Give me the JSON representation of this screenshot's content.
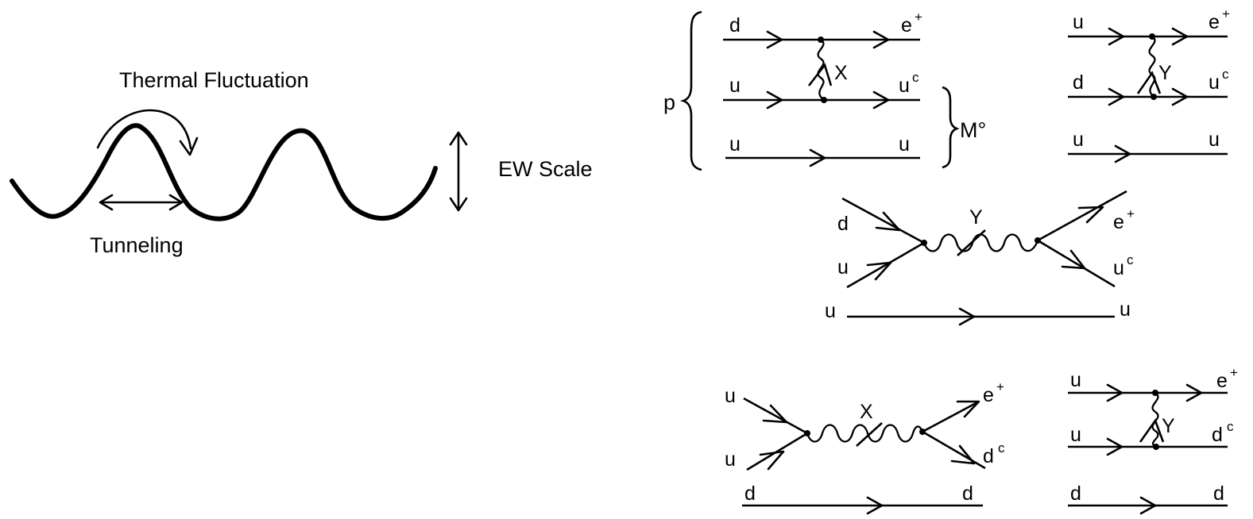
{
  "potential": {
    "thermal_label": "Thermal Fluctuation",
    "tunneling_label": "Tunneling",
    "scale_label": "EW Scale"
  },
  "diagram1": {
    "proton": "p",
    "meson": "M°",
    "top_in": "d",
    "top_out": "e",
    "top_out_sup": "+",
    "boson": "X",
    "mid_in": "u",
    "mid_out": "u",
    "mid_out_sup": "c",
    "bot_in": "u",
    "bot_out": "u"
  },
  "diagram2": {
    "top_in": "u",
    "top_out": "e",
    "top_out_sup": "+",
    "boson": "Y",
    "mid_in": "d",
    "mid_out": "u",
    "mid_out_sup": "c",
    "bot_in": "u",
    "bot_out": "u"
  },
  "diagram3": {
    "in1": "d",
    "in2": "u",
    "boson": "Y",
    "out1": "e",
    "out1_sup": "+",
    "out2": "u",
    "out2_sup": "c",
    "spec_in": "u",
    "spec_out": "u"
  },
  "diagram4": {
    "in1": "u",
    "in2": "u",
    "boson": "X",
    "out1": "e",
    "out1_sup": "+",
    "out2": "d",
    "out2_sup": "c",
    "spec_in": "d",
    "spec_out": "d"
  },
  "diagram5": {
    "top_in": "u",
    "top_out": "e",
    "top_out_sup": "+",
    "boson": "Y",
    "mid_in": "u",
    "mid_out": "d",
    "mid_out_sup": "c",
    "bot_in": "d",
    "bot_out": "d"
  }
}
